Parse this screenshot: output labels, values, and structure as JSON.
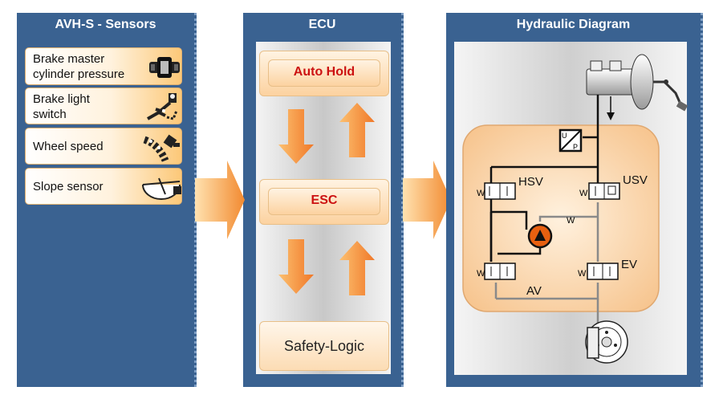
{
  "sensors_panel": {
    "title": "AVH-S - Sensors",
    "items": [
      {
        "label_line1": "Brake master",
        "label_line2": "cylinder pressure",
        "icon": "pressure-sensor-icon"
      },
      {
        "label_line1": "Brake light",
        "label_line2": "switch",
        "icon": "pedal-switch-icon"
      },
      {
        "label_line1": "Wheel speed",
        "icon": "wheel-speed-sensor-icon"
      },
      {
        "label_line1": "Slope sensor",
        "icon": "slope-sensor-icon"
      }
    ]
  },
  "ecu_panel": {
    "title": "ECU",
    "blocks": {
      "auto_hold": "Auto Hold",
      "esc": "ESC",
      "safety_logic": "Safety-Logic"
    },
    "colors": {
      "auto_hold_text": "#cc1111",
      "esc_text": "#cc1111"
    }
  },
  "hydraulic_panel": {
    "title": "Hydraulic Diagram",
    "labels": {
      "hsv": "HSV",
      "usv": "USV",
      "ev": "EV",
      "av": "AV"
    },
    "sensor_letters": {
      "top": "U",
      "bottom": "P"
    }
  },
  "colors": {
    "panel": "#3a6291",
    "accent": "#f5a040"
  }
}
